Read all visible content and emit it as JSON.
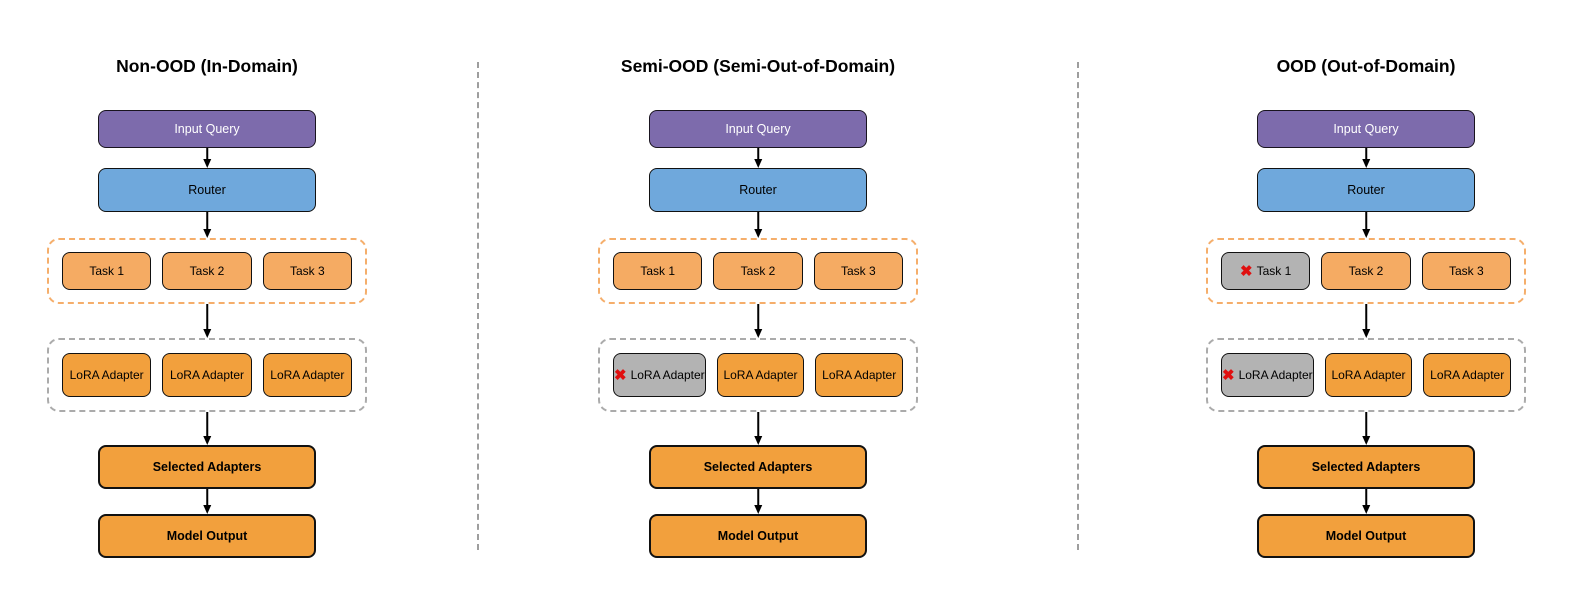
{
  "colors": {
    "input_query_fill": "#7D6BAC",
    "input_query_text": "#FFFFFF",
    "router_fill": "#6FA8DC",
    "task_fill": "#F5AB63",
    "adapter_fill": "#F2A03D",
    "disabled_fill": "#B3B3B3",
    "task_group_border": "#F5AE6B",
    "adapter_group_border": "#ABABAB",
    "divider_color": "#9E9E9E",
    "cross_color": "#E01010"
  },
  "cross_mark": "✖",
  "columns": [
    {
      "title": "Non-OOD (In-Domain)",
      "input_query": "Input Query",
      "router": "Router",
      "tasks": [
        {
          "label": "Task 1",
          "disabled": false
        },
        {
          "label": "Task 2",
          "disabled": false
        },
        {
          "label": "Task 3",
          "disabled": false
        }
      ],
      "adapters": [
        {
          "label": "LoRA Adapter",
          "disabled": false
        },
        {
          "label": "LoRA Adapter",
          "disabled": false
        },
        {
          "label": "LoRA Adapter",
          "disabled": false
        }
      ],
      "selected_adapters": "Selected Adapters",
      "model_output": "Model Output"
    },
    {
      "title": "Semi-OOD (Semi-Out-of-Domain)",
      "input_query": "Input Query",
      "router": "Router",
      "tasks": [
        {
          "label": "Task 1",
          "disabled": false
        },
        {
          "label": "Task 2",
          "disabled": false
        },
        {
          "label": "Task 3",
          "disabled": false
        }
      ],
      "adapters": [
        {
          "label": "LoRA Adapter",
          "disabled": true
        },
        {
          "label": "LoRA Adapter",
          "disabled": false
        },
        {
          "label": "LoRA Adapter",
          "disabled": false
        }
      ],
      "selected_adapters": "Selected Adapters",
      "model_output": "Model Output"
    },
    {
      "title": "OOD (Out-of-Domain)",
      "input_query": "Input Query",
      "router": "Router",
      "tasks": [
        {
          "label": "Task 1",
          "disabled": true
        },
        {
          "label": "Task 2",
          "disabled": false
        },
        {
          "label": "Task 3",
          "disabled": false
        }
      ],
      "adapters": [
        {
          "label": "LoRA Adapter",
          "disabled": true
        },
        {
          "label": "LoRA Adapter",
          "disabled": false
        },
        {
          "label": "LoRA Adapter",
          "disabled": false
        }
      ],
      "selected_adapters": "Selected Adapters",
      "model_output": "Model Output"
    }
  ]
}
